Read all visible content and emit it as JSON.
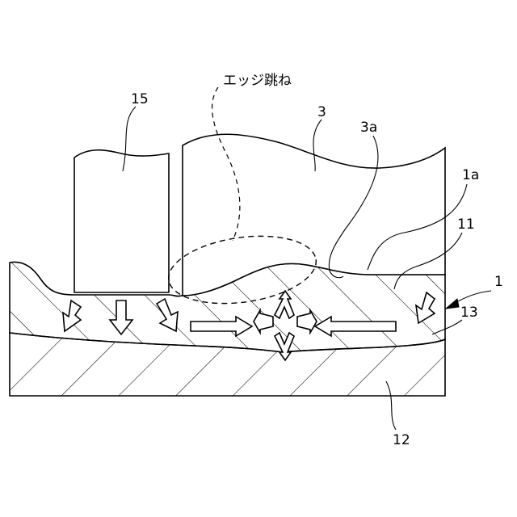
{
  "labels": {
    "edge_jump": "エッジ跳ね",
    "roll_15": "15",
    "sheet_3": "3",
    "surface_3a": "3a",
    "surface_1a": "1a",
    "layer_11": "11",
    "substrate_1": "1",
    "interface_13": "13",
    "base_12": "12"
  }
}
